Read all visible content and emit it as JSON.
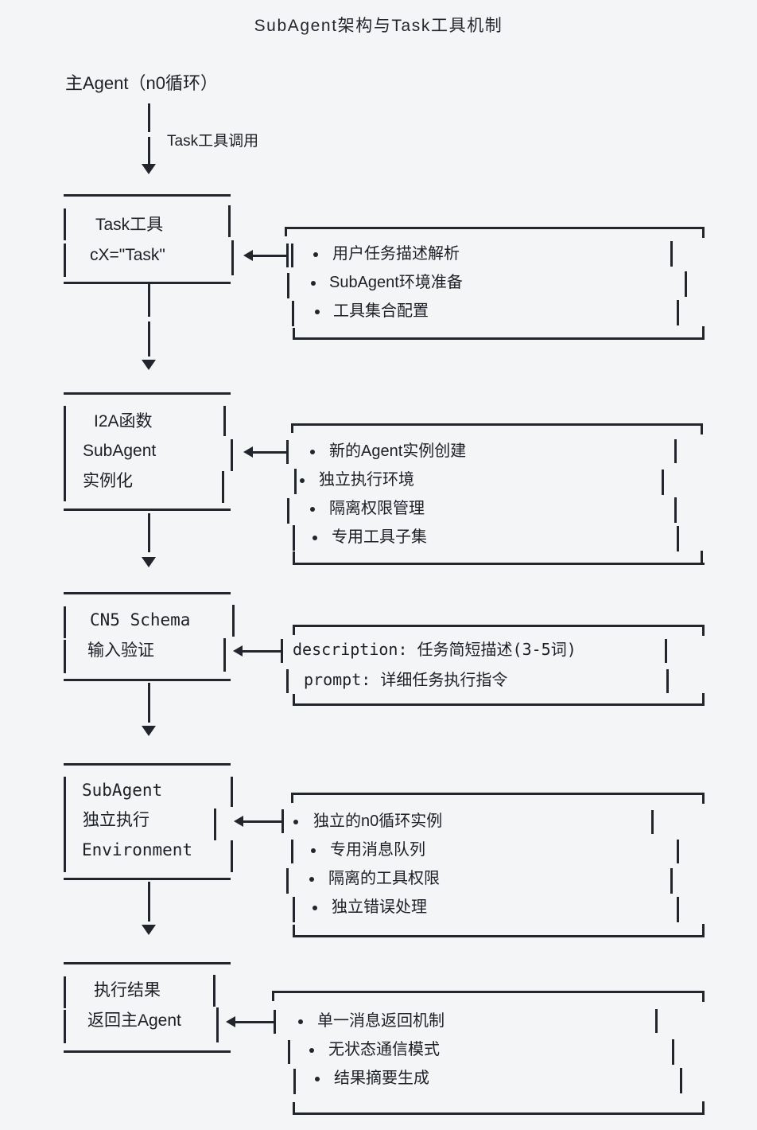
{
  "title": "SubAgent架构与Task工具机制",
  "background_color": "#f4f5f7",
  "ink_color": "#22252c",
  "root": {
    "label": "主Agent（n0循环）",
    "edge_label": "Task工具调用"
  },
  "stages": [
    {
      "id": "task-tool",
      "box_lines": [
        "Task工具",
        "cX=\"Task\""
      ],
      "box_font": "sans",
      "details": [
        "用户任务描述解析",
        "SubAgent环境准备",
        "工具集合配置"
      ],
      "details_style": "bullets"
    },
    {
      "id": "i2a-subagent",
      "box_lines": [
        "I2A函数",
        "SubAgent",
        "实例化"
      ],
      "box_font": "sans",
      "details": [
        "新的Agent实例创建",
        "独立执行环境",
        "隔离权限管理",
        "专用工具子集"
      ],
      "details_style": "bullets"
    },
    {
      "id": "cn5-schema",
      "box_lines": [
        "CN5 Schema",
        "输入验证"
      ],
      "box_font": "mono",
      "details": [
        "description: 任务简短描述(3-5词)",
        "prompt: 详细任务执行指令"
      ],
      "details_style": "plain-mono"
    },
    {
      "id": "subagent-environment",
      "box_lines": [
        "SubAgent",
        "独立执行",
        "Environment"
      ],
      "box_font": "mono",
      "details": [
        "独立的n0循环实例",
        "专用消息队列",
        "隔离的工具权限",
        "独立错误处理"
      ],
      "details_style": "bullets"
    },
    {
      "id": "result-return",
      "box_lines": [
        "执行结果",
        "返回主Agent"
      ],
      "box_font": "sans",
      "details": [
        "单一消息返回机制",
        "无状态通信模式",
        "结果摘要生成"
      ],
      "details_style": "bullets"
    }
  ]
}
